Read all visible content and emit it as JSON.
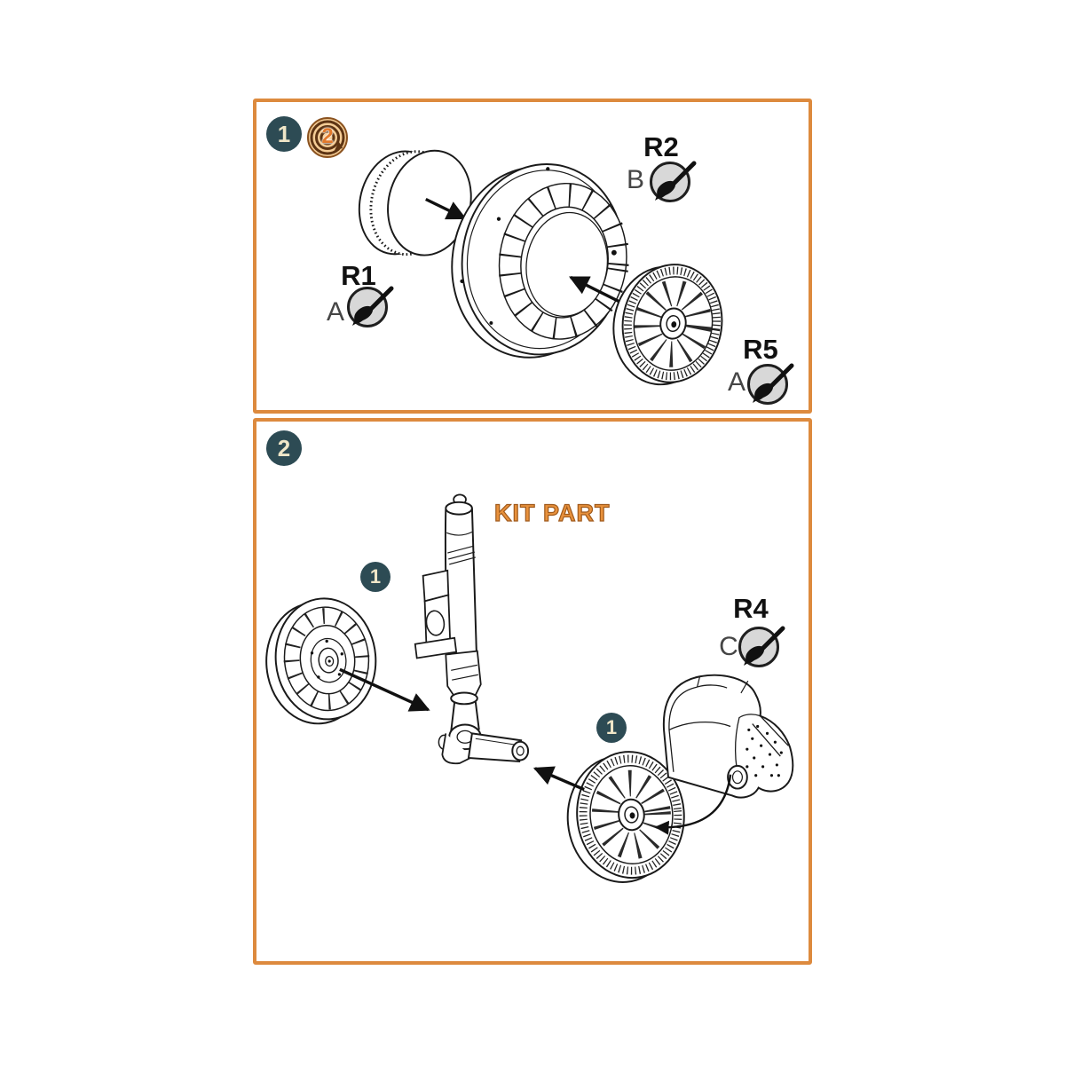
{
  "step1": {
    "badge": "1",
    "logo_quantity": "2",
    "callouts": [
      {
        "code": "R1",
        "letter": "A"
      },
      {
        "code": "R2",
        "letter": "B"
      },
      {
        "code": "R5",
        "letter": "A"
      }
    ]
  },
  "step2": {
    "badge": "2",
    "kit_part_label": "KIT PART",
    "wheel_badges": [
      "1",
      "1"
    ],
    "callouts": [
      {
        "code": "R4",
        "letter": "C"
      }
    ]
  },
  "colors": {
    "panel_border": "#dd8a3e",
    "badge_background": "#2d4b54",
    "badge_text": "#efe6c8",
    "kit_part_orange": "#e8913c",
    "kit_part_outline": "#a05a1c",
    "logo_orange": "#e2792b",
    "logo_ring_brown": "#5d3413",
    "brush_circle_gray": "#d8d8d8",
    "line_art": "#1a1a1a"
  },
  "icons": {
    "paintbrush": "paintbrush-icon",
    "x2_logo": "rotate-x2-logo",
    "arrows": "assembly-direction-arrow"
  }
}
